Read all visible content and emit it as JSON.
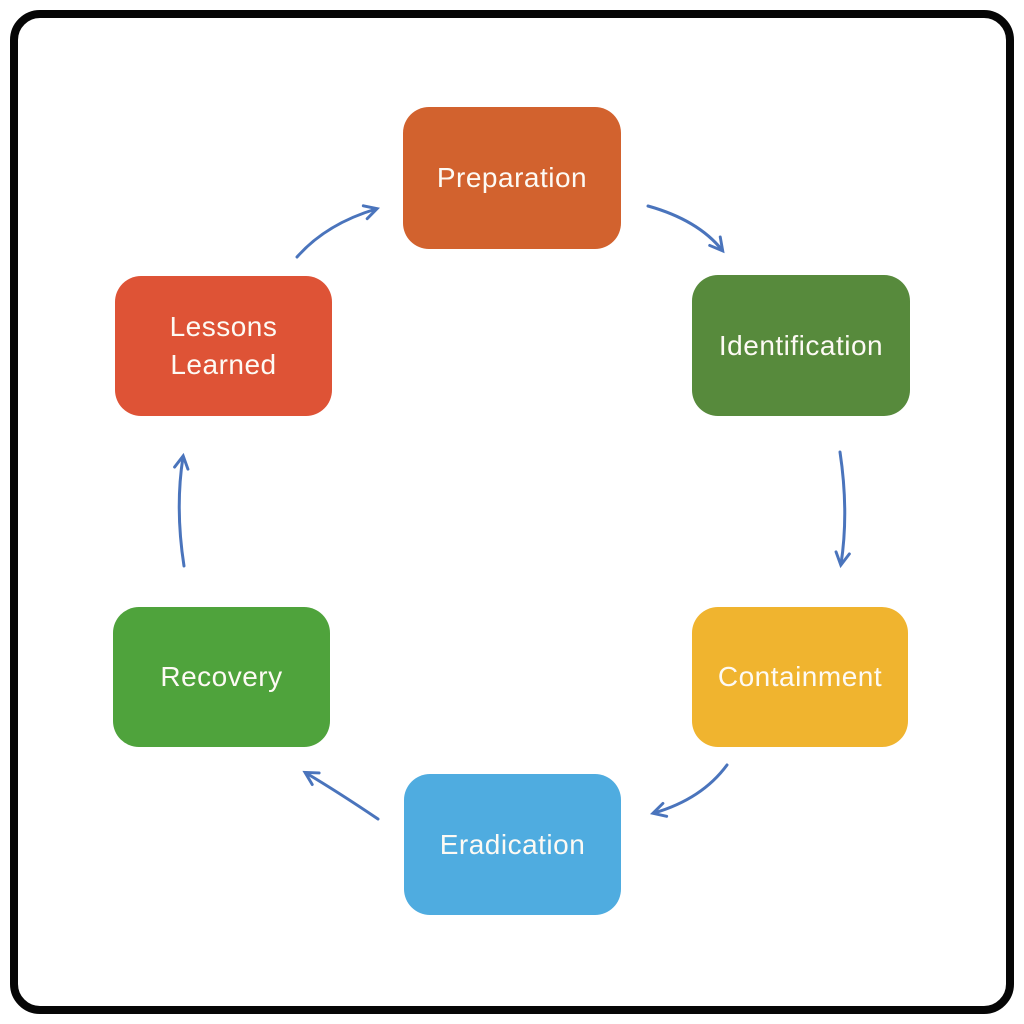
{
  "diagram": {
    "name": "incident-response-lifecycle",
    "background_color": "#ffffff",
    "frame_color": "#060606",
    "arrow_color": "#4a74bc",
    "text_color": "#fdfaf4",
    "nodes": [
      {
        "id": "preparation",
        "label": "Preparation",
        "color": "#d2622e"
      },
      {
        "id": "identification",
        "label": "Identification",
        "color": "#578a3c"
      },
      {
        "id": "containment",
        "label": "Containment",
        "color": "#f0b42f"
      },
      {
        "id": "eradication",
        "label": "Eradication",
        "color": "#4face0"
      },
      {
        "id": "recovery",
        "label": "Recovery",
        "color": "#4fa33c"
      },
      {
        "id": "lessons_learned",
        "label": "Lessons Learned",
        "color": "#de5336"
      }
    ],
    "flow_order": [
      "Preparation",
      "Identification",
      "Containment",
      "Eradication",
      "Recovery",
      "Lessons Learned"
    ]
  }
}
